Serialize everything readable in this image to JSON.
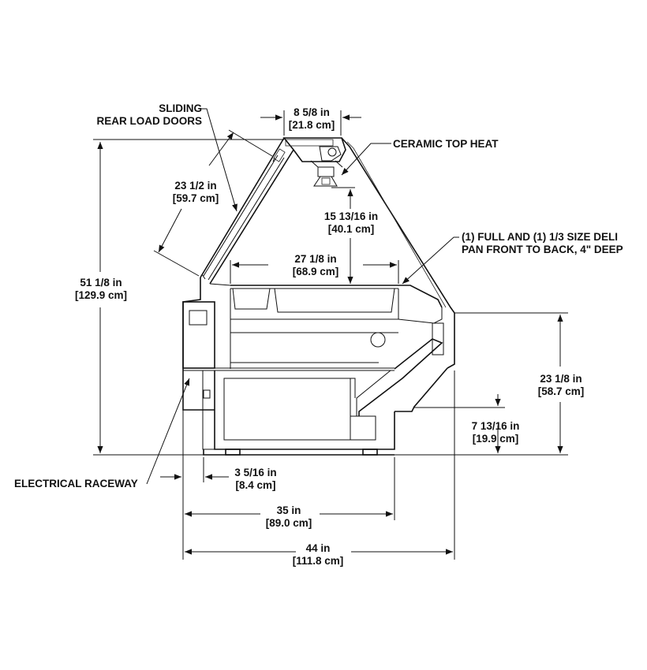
{
  "labels": {
    "sliding_doors": [
      "SLIDING",
      "REAR LOAD DOORS"
    ],
    "ceramic_heat": "CERAMIC TOP HEAT",
    "deli_pan": [
      "(1) FULL AND (1) 1/3 SIZE DELI",
      "PAN FRONT TO BACK, 4\" DEEP"
    ],
    "electrical_raceway": "ELECTRICAL RACEWAY"
  },
  "dimensions": {
    "top_width": [
      "8 5/8 in",
      "[21.8 cm]"
    ],
    "door_length": [
      "23 1/2 in",
      "[59.7 cm]"
    ],
    "pan_to_top": [
      "15 13/16 in",
      "[40.1 cm]"
    ],
    "pan_width": [
      "27 1/8 in",
      "[68.9 cm]"
    ],
    "overall_height": [
      "51 1/8 in",
      "[129.9 cm]"
    ],
    "counter_height": [
      "23 1/8 in",
      "[58.7 cm]"
    ],
    "base_height": [
      "7 13/16 in",
      "[19.9 cm]"
    ],
    "raceway_offset": [
      "3 5/16 in",
      "[8.4 cm]"
    ],
    "base_depth": [
      "35 in",
      "[89.0 cm]"
    ],
    "overall_depth": [
      "44 in",
      "[111.8 cm]"
    ]
  }
}
